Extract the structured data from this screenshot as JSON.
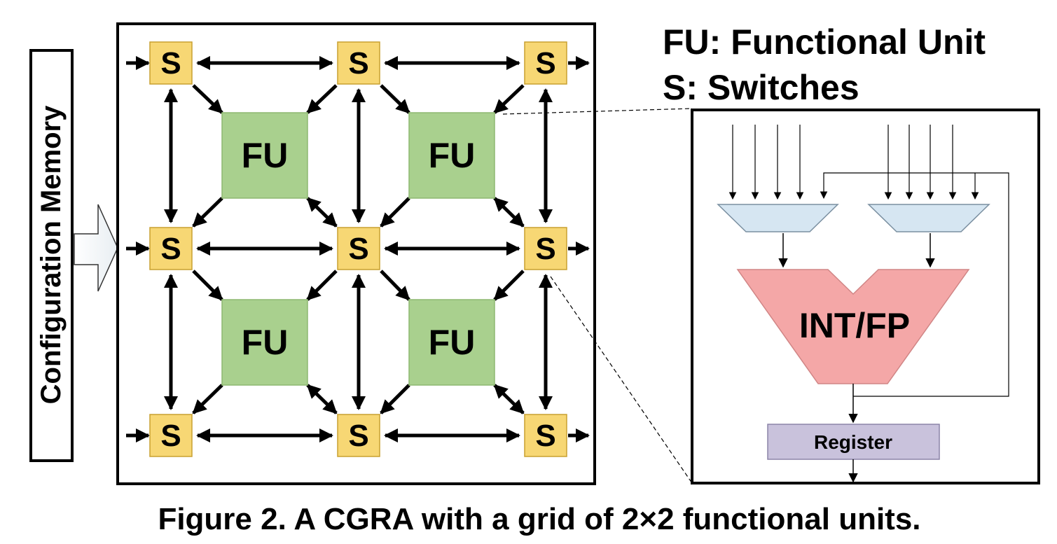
{
  "config_memory": {
    "label": "Configuration Memory"
  },
  "switch_label": "S",
  "fu_label": "FU",
  "legend": {
    "fu": "FU: Functional Unit",
    "s": "S: Switches"
  },
  "detail": {
    "alu_label": "INT/FP",
    "register_label": "Register"
  },
  "caption": "Figure 2. A CGRA with a grid of 2×2 functional units.",
  "colors": {
    "switch_fill": "#F7D774",
    "switch_stroke": "#C9A030",
    "fu_fill": "#A9D08E",
    "fu_stroke": "#8DB870",
    "mux_fill": "#D6E6F2",
    "alu_fill": "#F4A7A7",
    "register_fill": "#C9C2DC"
  }
}
